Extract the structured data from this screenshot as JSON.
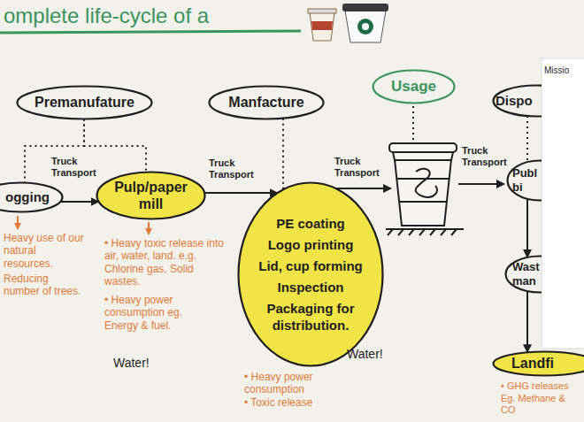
{
  "diagram": {
    "title": "omplete life-cycle of a",
    "nodes": [
      {
        "text": [
          "Premanufature"
        ]
      },
      {
        "text": [
          "Manfacture"
        ]
      },
      {
        "text": [
          "Usage"
        ]
      },
      {
        "text": [
          "Dispo"
        ]
      },
      {
        "text": [
          "ogging"
        ]
      },
      {
        "text": [
          "Pulp/paper mill"
        ]
      },
      {
        "text": [
          "PE coating",
          "Logo printing",
          "Lid, cup forming",
          "Inspection",
          "Packaging for distribution."
        ]
      },
      {
        "text": [
          "Publ bi"
        ]
      },
      {
        "text": [
          "Wast man"
        ]
      },
      {
        "text": [
          "Landfi"
        ]
      }
    ],
    "edges": [
      {
        "from": 0,
        "to": 4,
        "arrow": "none"
      },
      {
        "from": 0,
        "to": 5,
        "arrow": "none"
      },
      {
        "from": 1,
        "to": 6,
        "arrow": "none"
      },
      {
        "from": 3,
        "to": 7,
        "arrow": "none"
      },
      {
        "from": 4,
        "to": 5,
        "label": "Truck Transport",
        "arrow": "to"
      },
      {
        "from": 5,
        "to": 6,
        "label": "Truck Transport",
        "arrow": "to"
      },
      {
        "from": 7,
        "to": 8,
        "arrow": "to"
      },
      {
        "from": 8,
        "to": 9,
        "arrow": "to"
      }
    ],
    "labels": [
      "Truck Transport",
      "Truck Transport",
      "Heavy use of our natural resources.",
      "Reducing number of trees.",
      "• Heavy toxic release into air, water, land. e.g. Chlorine gas, Solid wastes.",
      "• Heavy power consumption eg. Energy & fuel.",
      "Water!",
      "• Heavy power consumption",
      "• Toxic release",
      "Water!",
      "• GHG releases",
      "Eg. Methane & CO",
      "Missio"
    ]
  }
}
